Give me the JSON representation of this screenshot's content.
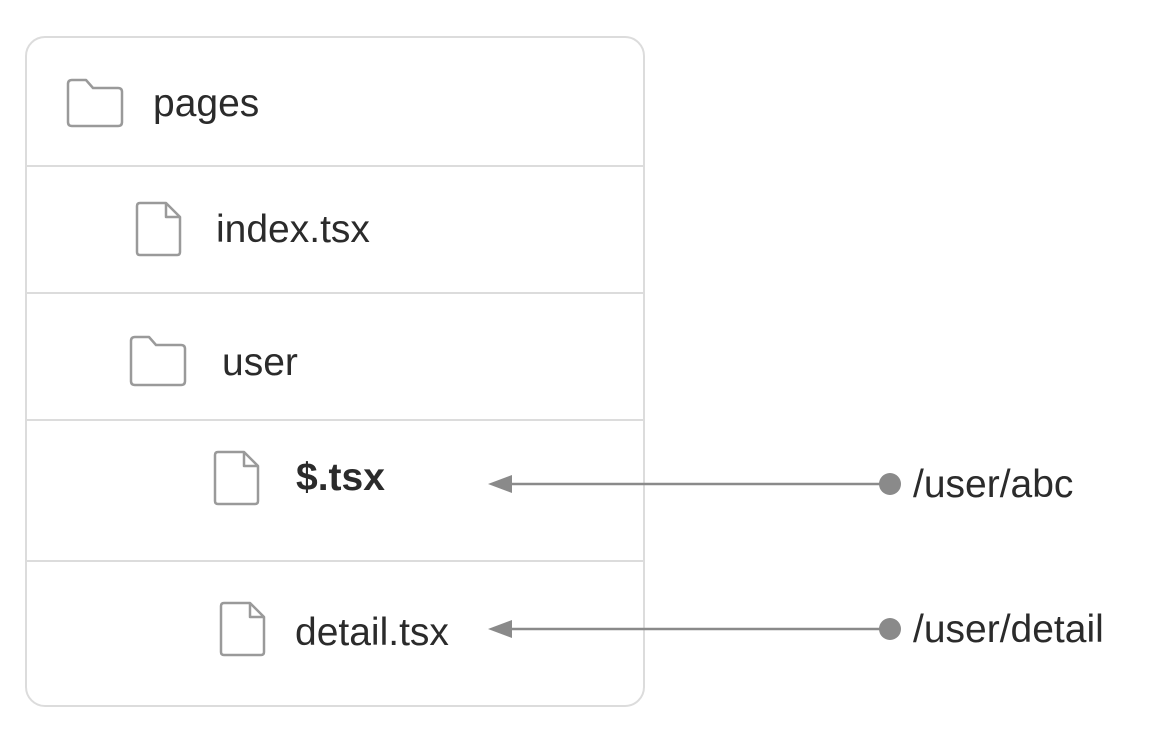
{
  "tree": {
    "items": [
      {
        "label": "pages",
        "kind": "folder-icon"
      },
      {
        "label": "index.tsx",
        "kind": "file-icon"
      },
      {
        "label": "user",
        "kind": "folder-icon"
      },
      {
        "label": "$.tsx",
        "kind": "file-icon"
      },
      {
        "label": "detail.tsx",
        "kind": "file-icon"
      }
    ]
  },
  "routes": [
    {
      "path": "/user/abc"
    },
    {
      "path": "/user/detail"
    }
  ],
  "colors": {
    "border": "#dcdcdc",
    "icon_stroke": "#9a9a9a",
    "arrow": "#8a8a8a",
    "text": "#2b2b2b"
  }
}
